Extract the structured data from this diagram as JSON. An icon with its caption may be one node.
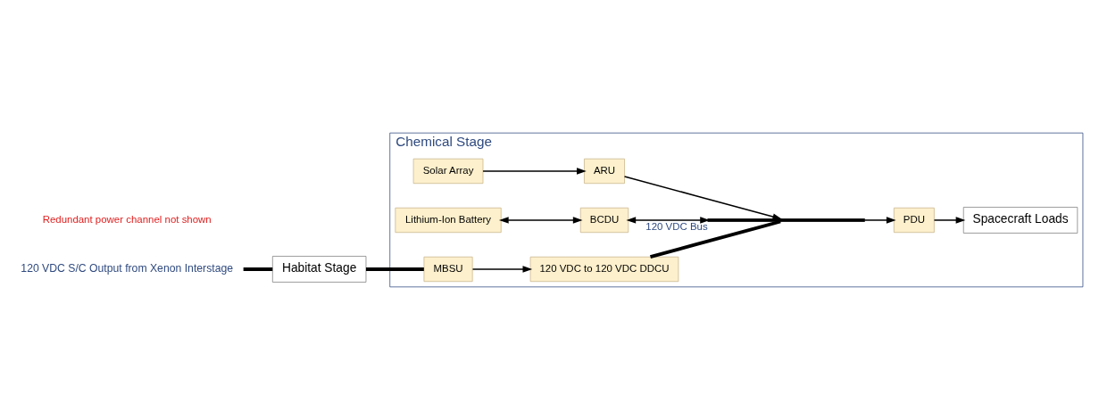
{
  "diagram": {
    "nodes": [
      {
        "text": [
          "Chemical Stage"
        ]
      },
      {
        "text": [
          "Solar Array"
        ],
        "in": 0
      },
      {
        "text": [
          "Lithium-Ion Battery"
        ],
        "in": 0
      },
      {
        "text": [
          "ARU"
        ],
        "in": 0
      },
      {
        "text": [
          "BCDU"
        ],
        "in": 0
      },
      {
        "text": [
          "120 VDC to 120 VDC DDCU"
        ],
        "in": 0
      },
      {
        "text": [],
        "shape": "bar",
        "beside": [
          "120 VDC Bus"
        ],
        "in": 0
      },
      {
        "text": [
          "PDU"
        ],
        "in": 0
      },
      {
        "text": [
          "Spacecraft Loads"
        ],
        "in": 0
      },
      {
        "text": [
          "120 VDC S/C Output from Xenon Interstage"
        ]
      },
      {
        "text": [
          "Habitat Stage"
        ]
      },
      {
        "text": [
          "MBSU"
        ],
        "in": 0
      }
    ],
    "edges": [
      {
        "from": 9,
        "to": 10,
        "arrow": "none",
        "style": "thick"
      },
      {
        "from": 10,
        "to": 11,
        "arrow": "none",
        "style": "thick"
      },
      {
        "from": 11,
        "to": 5,
        "arrow": "to"
      },
      {
        "from": 5,
        "to": 6,
        "arrow": "none",
        "style": "thick"
      },
      {
        "from": 1,
        "to": 3,
        "arrow": "to"
      },
      {
        "from": 3,
        "to": 6,
        "arrow": "to"
      },
      {
        "from": 2,
        "to": 4,
        "arrow": "both"
      },
      {
        "from": 4,
        "to": 6,
        "arrow": "both"
      },
      {
        "from": 6,
        "to": 7,
        "arrow": "to"
      },
      {
        "from": 7,
        "to": 8,
        "arrow": "to"
      }
    ],
    "labels": [
      "Redundant power channel not shown"
    ]
  }
}
